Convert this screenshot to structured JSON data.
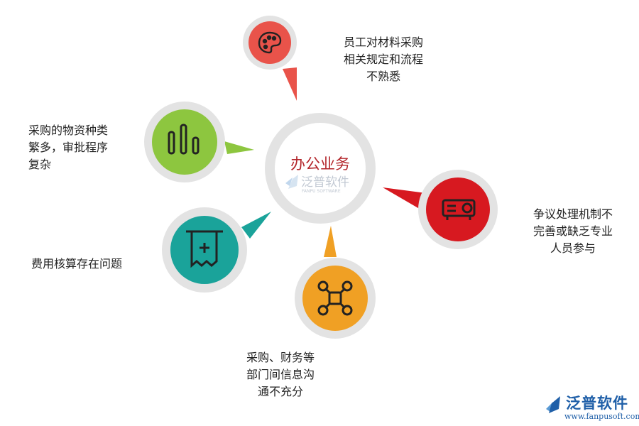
{
  "center": {
    "title": "办公业务",
    "watermark_name": "泛普软件",
    "watermark_sub": "FANPU SOFTWARE"
  },
  "nodes": [
    {
      "id": "top",
      "icon": "palette-icon",
      "color": "#e9534a",
      "lines": [
        "员工对材料采购",
        "相关规定和流程",
        "不熟悉"
      ]
    },
    {
      "id": "left",
      "icon": "bar-chart-icon",
      "color": "#8dc63f",
      "lines": [
        "采购的物资种类",
        "繁多，审批程序",
        "复杂"
      ]
    },
    {
      "id": "right",
      "icon": "projector-icon",
      "color": "#d71920",
      "lines": [
        "争议处理机制不",
        "完善或缺乏专业",
        "人员参与"
      ]
    },
    {
      "id": "midleft",
      "icon": "receipt-icon",
      "color": "#1aa39a",
      "lines": [
        "费用核算存在问题"
      ]
    },
    {
      "id": "bottom",
      "icon": "drone-icon",
      "color": "#f0a024",
      "lines": [
        "采购、财务等",
        "部门间信息沟",
        "通不充分"
      ]
    }
  ],
  "brand": {
    "name": "泛普软件",
    "url": "www.fanpusoft.com",
    "color": "#1f5fa8"
  },
  "ring_color": "#e3e3e3"
}
